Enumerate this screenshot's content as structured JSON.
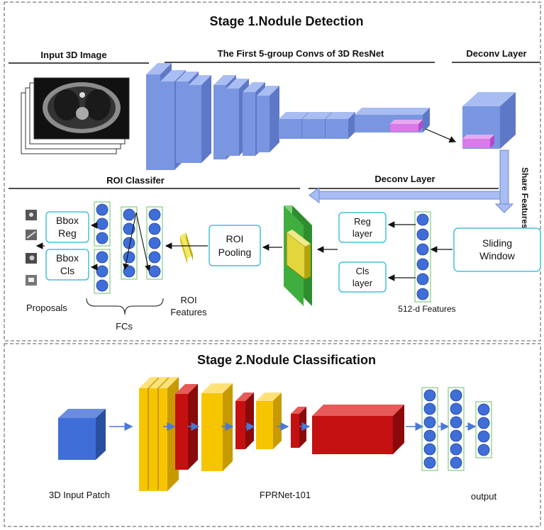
{
  "stage1": {
    "title": "Stage 1.Nodule Detection",
    "input_label": "Input 3D Image",
    "convs_label": "The First 5-group Convs of 3D ResNet",
    "deconv_label_top": "Deconv Layer",
    "deconv_label_mid": "Deconv Layer",
    "share_label": "Share Features",
    "roi_classifier_label": "ROI Classifer",
    "sliding_window": [
      "Sliding",
      "Window"
    ],
    "reg_layer": [
      "Reg",
      "layer"
    ],
    "cls_layer": [
      "Cls",
      "layer"
    ],
    "features_512": "512-d Features",
    "roi_pooling": [
      "ROI",
      "Pooling"
    ],
    "roi_features": [
      "ROI",
      "Features"
    ],
    "bbox_reg": [
      "Bbox",
      "Reg"
    ],
    "bbox_cls": [
      "Bbox",
      "Cls"
    ],
    "proposals": "Proposals",
    "fcs": "FCs"
  },
  "stage2": {
    "title": "Stage 2.Nodule Classification",
    "input_patch": "3D Input Patch",
    "network": "FPRNet-101",
    "output": "output"
  },
  "colors": {
    "conv_blue": "#7b96e0",
    "highlight_purple": "#d97ae8",
    "green_map": "#3fae3f",
    "yellow": "#f7c400",
    "red": "#c41010",
    "node_blue": "#3f6ed8",
    "box_border": "#45c1d8"
  }
}
